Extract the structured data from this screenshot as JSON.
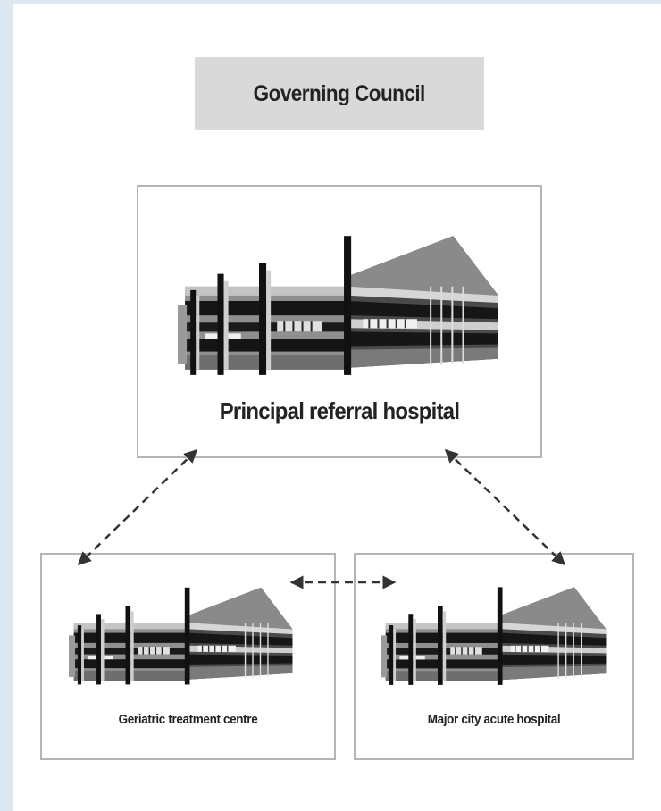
{
  "diagram": {
    "top": {
      "label": "Governing Council"
    },
    "nodes": [
      {
        "id": "principal",
        "label": "Principal referral hospital",
        "icon": "hospital-building-icon"
      },
      {
        "id": "geriatric",
        "label": "Geriatric treatment centre",
        "icon": "hospital-building-icon"
      },
      {
        "id": "acute",
        "label": "Major city acute hospital",
        "icon": "hospital-building-icon"
      }
    ],
    "links": [
      {
        "from": "principal",
        "to": "geriatric",
        "style": "dashed",
        "arrows": "both"
      },
      {
        "from": "principal",
        "to": "acute",
        "style": "dashed",
        "arrows": "both"
      },
      {
        "from": "geriatric",
        "to": "acute",
        "style": "dashed",
        "arrows": "both"
      }
    ],
    "colors": {
      "box_fill": "#d9d9d9",
      "border": "#b5b5b5",
      "line": "#333333"
    }
  }
}
